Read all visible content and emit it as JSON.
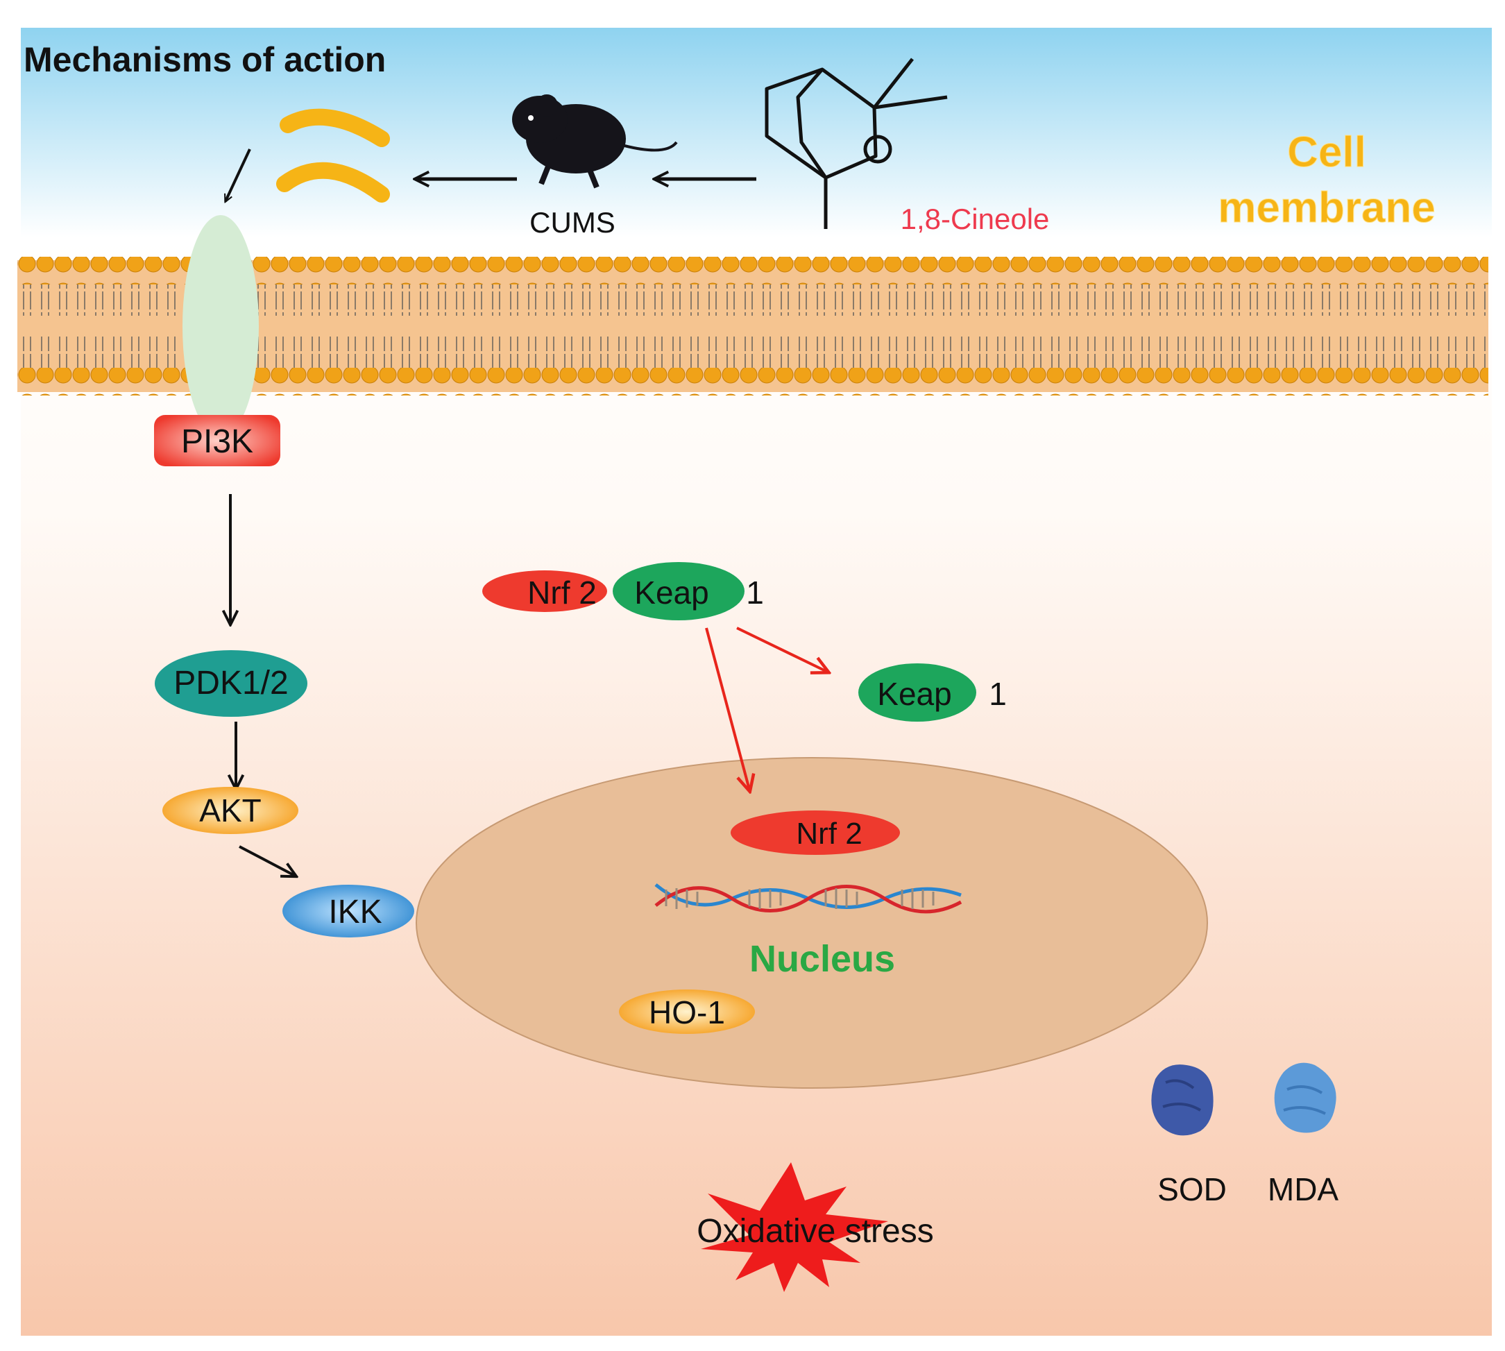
{
  "title": "Mechanisms of action",
  "membrane_label": [
    "Cell",
    "membrane"
  ],
  "compound_label": "1,8-Cineole",
  "model_label": "CUMS",
  "nucleus_label": "Nucleus",
  "proteins": {
    "pi3k": "PI3K",
    "pdk": "PDK1/2",
    "akt": "AKT",
    "ikk": "IKK",
    "nrf2_complex": "Nrf 2",
    "keap_complex": "Keap",
    "keap_complex_num": "1",
    "keap_free": "Keap",
    "keap_free_num": "1",
    "nrf2_nucleus": "Nrf 2",
    "ho1": "HO-1"
  },
  "markers": [
    "SOD",
    "MDA"
  ],
  "stress_label": "Oxidative stress",
  "colors": {
    "sky_top": "#8fd3f0",
    "cytoplasm": "#f8cdb3",
    "lipid_head": "#f0a218",
    "membrane_core": "#f5c490",
    "channel": "#d5ecd4",
    "nucleus": "#e8be98",
    "pi3k": "#ee3a2e",
    "teal": "#1f9e92",
    "akt": "#f7a51e",
    "ikk": "#2e8ed3",
    "nrf2": "#ee3a2e",
    "keap": "#1da65c",
    "red_arrow": "#e8251c",
    "nucleus_text": "#2aa844",
    "cineole_text": "#ee3a4e",
    "membrane_text": "#f6b416",
    "sod": "#3e59a8",
    "mda": "#5c9ad8",
    "stress": "#ee1c1c"
  }
}
